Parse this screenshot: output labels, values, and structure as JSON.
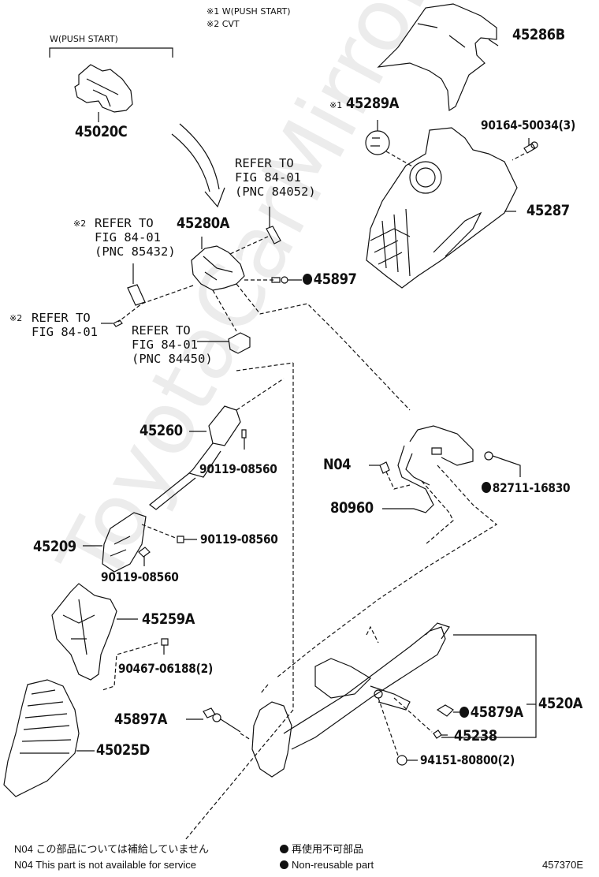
{
  "watermark": "ToyotaCarMirror.ru",
  "notes_top": [
    {
      "mark": "※1",
      "text": "W(PUSH START)"
    },
    {
      "mark": "※2",
      "text": "CVT"
    }
  ],
  "bracket_label": "W(PUSH START)",
  "parts": {
    "p45020C": "45020C",
    "p45286B": "45286B",
    "p45289A": "45289A",
    "p45289A_mark": "※1",
    "p90164": "90164-50034(3)",
    "p45287": "45287",
    "p45280A": "45280A",
    "p45897": "45897",
    "p45260": "45260",
    "p90119_a": "90119-08560",
    "p90119_b": "90119-08560",
    "p90119_c": "90119-08560",
    "p45209": "45209",
    "p45259A": "45259A",
    "p90467": "90467-06188(2)",
    "p45897A": "45897A",
    "p45025D": "45025D",
    "pN04": "N04",
    "p80960": "80960",
    "p82711": "82711-16830",
    "p45879A": "45879A",
    "p4520A": "4520A",
    "p45238": "45238",
    "p94151": "94151-80800(2)"
  },
  "refs": {
    "ref84052": "REFER TO\nFIG 84-01\n(PNC 84052)",
    "ref85432_mark": "※2",
    "ref85432": "REFER TO\nFIG 84-01\n(PNC 85432)",
    "ref84_mark": "※2",
    "ref84": "REFER TO\nFIG 84-01",
    "ref84450": "REFER TO\nFIG 84-01\n(PNC 84450)"
  },
  "legend": {
    "n04_jp": "N04  この部品については補給していません",
    "n04_en": "N04  This part is not available for service",
    "nonreuse_jp": "再使用不可部品",
    "nonreuse_en": "Non-reusable part",
    "figure_id": "457370E"
  }
}
